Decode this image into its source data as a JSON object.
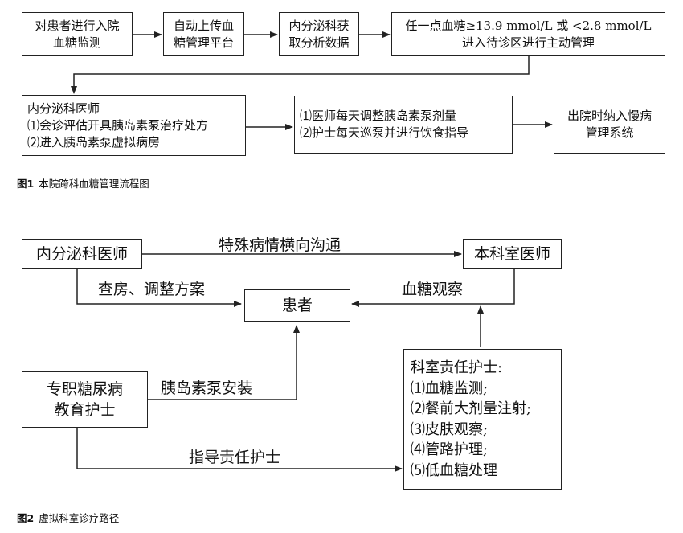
{
  "figure1": {
    "caption_label": "图1",
    "caption_text": "本院跨科血糖管理流程图",
    "box1": [
      "对患者进行入院",
      "血糖监测"
    ],
    "box2": [
      "自动上传血",
      "糖管理平台"
    ],
    "box3": [
      "内分泌科获",
      "取分析数据"
    ],
    "box4": [
      "任一点血糖≥13.9 mmol/L 或 <2.8 mmol/L",
      "进入待诊区进行主动管理"
    ],
    "box5": [
      "内分泌科医师",
      "⑴会诊评估开具胰岛素泵治疗处方",
      "⑵进入胰岛素泵虚拟病房"
    ],
    "box6": [
      "⑴医师每天调整胰岛素泵剂量",
      "⑵护士每天巡泵并进行饮食指导"
    ],
    "box7": [
      "出院时纳入慢病",
      "管理系统"
    ]
  },
  "figure2": {
    "caption_label": "图2",
    "caption_text": "虚拟科室诊疗路径",
    "endo_doctor": "内分泌科医师",
    "dept_doctor": "本科室医师",
    "patient": "患者",
    "diabetes_nurse": [
      "专职糖尿病",
      "教育护士"
    ],
    "resp_nurse": [
      "科室责任护士:",
      "⑴血糖监测;",
      "⑵餐前大剂量注射;",
      "⑶皮肤观察;",
      "⑷管路护理;",
      "⑸低血糖处理"
    ],
    "label_special": "特殊病情横向沟通",
    "label_rounds": "查房、调整方案",
    "label_glucose_obs": "血糖观察",
    "label_pump_install": "胰岛素泵安装",
    "label_guide": "指导责任护士"
  },
  "colors": {
    "line": "#222222",
    "caption": "#111111"
  }
}
